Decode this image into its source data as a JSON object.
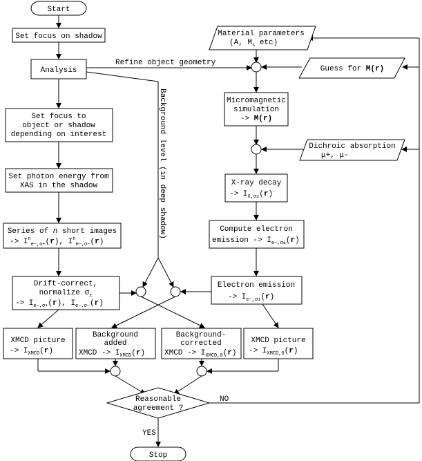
{
  "nodes": {
    "start": "Start",
    "set_focus_shadow": "Set focus on shadow",
    "analysis": "Analysis",
    "set_focus_object": [
      "Set focus to",
      "object or shadow",
      "depending on interest"
    ],
    "set_photon_energy": [
      "Set photon energy from",
      "XAS in the shadow"
    ],
    "series_images": {
      "line1_pre": "Series of ",
      "line1_n": "n",
      "line1_post": " short images",
      "line2": "-> I"
    },
    "drift_correct": {
      "line1": "Drift-correct,",
      "line2": "normalize σ",
      "line3": "-> I"
    },
    "xmcd_picture_left": {
      "line1": "XMCD picture",
      "line2": "-> I"
    },
    "background_added": {
      "line1": "Background",
      "line2": "added",
      "line3": "XMCD -> I"
    },
    "background_corrected": {
      "line1": "Background-",
      "line2": "corrected",
      "line3": "XMCD -> I"
    },
    "xmcd_picture_right": {
      "line1": "XMCD picture",
      "line2": "-> I"
    },
    "reasonable_agreement": [
      "Reasonable",
      "agreement ?"
    ],
    "stop": "Stop",
    "material_parameters": {
      "line1": "Material parameters",
      "line2": "(A, M",
      "line2_end": " etc)"
    },
    "guess_for_m": {
      "pre": "Guess for ",
      "bold": "M(r)"
    },
    "micromagnetic": {
      "line1": "Micromagnetic",
      "line2": "simulation",
      "line3": "-> ",
      "line3_bold": "M(r)"
    },
    "dichroic_absorption": {
      "line1": "Dichroic absorption",
      "line2": "μ+, μ-"
    },
    "xray_decay": {
      "line1": "X-ray decay",
      "line2": "-> I"
    },
    "compute_electron": {
      "line1": "Compute electron",
      "line2": "emission -> I"
    },
    "electron_emission": {
      "line1": "Electron emission",
      "line2": "-> I"
    }
  },
  "edges": {
    "refine_object_geometry": "Refine object geometry",
    "background_level": "Background level (in deep shadow)",
    "yes": "YES",
    "no": "NO"
  }
}
